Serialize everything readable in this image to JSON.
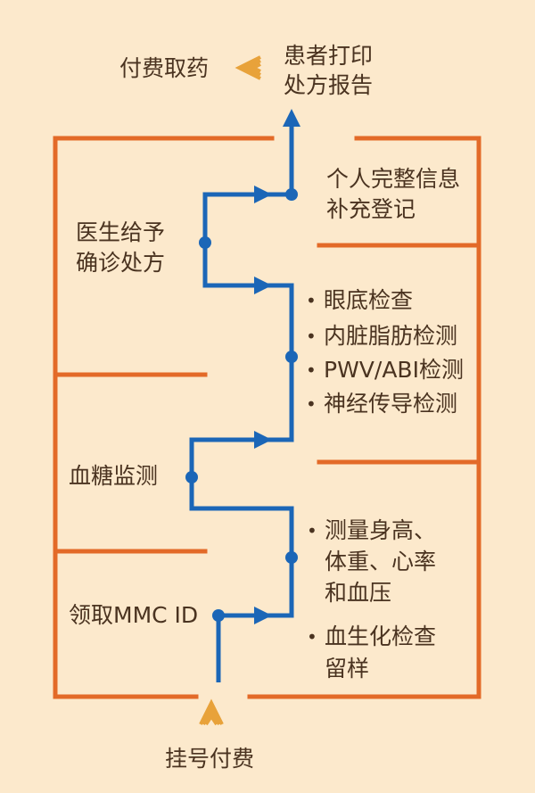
{
  "colors": {
    "background": "#fce9cc",
    "wall": "#e36a28",
    "path": "#1b66b7",
    "text": "#4a3320",
    "entry_icon": "#e8a23a",
    "exit_icon": "#e8a23a"
  },
  "icons": {
    "entry": "up-chevron-triple-icon",
    "exit": "left-chevron-triple-icon"
  },
  "labels": {
    "pay_fee_register": "挂号付费",
    "pay_collect_medicine": "付费取药",
    "print_report_line1": "患者打印",
    "print_report_line2": "处方报告",
    "info_register_line1": "个人完整信息",
    "info_register_line2": "补充登记",
    "doctor_prescription_line1": "医生给予",
    "doctor_prescription_line2": "确诊处方",
    "blood_sugar": "血糖监测",
    "collect_id": "领取MMC ID"
  },
  "exam_items": [
    "眼底检查",
    "内脏脂肪检测",
    "PWV/ABI检测",
    "神经传导检测"
  ],
  "measure_items": [
    "测量身高、",
    "体重、心率",
    "和血压"
  ],
  "blood_items": [
    "血生化检查",
    "留样"
  ]
}
